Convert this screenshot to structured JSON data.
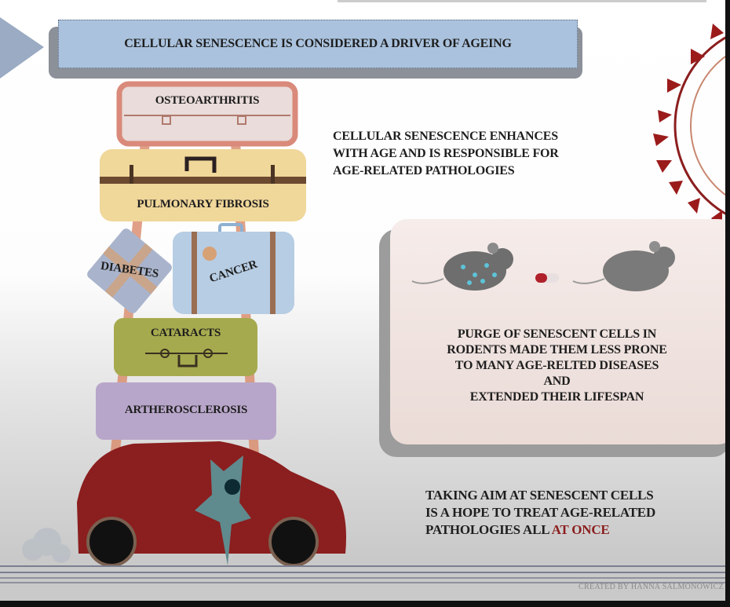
{
  "banner": {
    "title": "Cellular senescence is considered a driver of ageing"
  },
  "luggage": {
    "osteoarthritis": "Osteoarthritis",
    "pulmonary_fibrosis": "Pulmonary fibrosis",
    "diabetes": "Diabetes",
    "cancer": "Cancer",
    "cataracts": "Cataracts",
    "artherosclerosis": "Artherosclerosis"
  },
  "info_top": [
    "Cellular senescence enhances",
    "with age and is responsible for",
    "age-related pathologies"
  ],
  "rodent_panel": {
    "lines": [
      "Purge of senescent cells in",
      "rodents made them less prone",
      "to many age-relted diseases",
      "and",
      "extended their lifespan"
    ]
  },
  "info_bottom": {
    "lines": [
      "Taking aim at senescent cells",
      "is a hope to treat age-related"
    ],
    "last_prefix": "pathologies all ",
    "last_accent": "at once"
  },
  "credit": "Created by Hanna Salmonowicz",
  "colors": {
    "car": "#8b1e1e",
    "banner": "#aac2dd",
    "accent": "#8b1e1e",
    "sun": "#9b1b1b"
  }
}
